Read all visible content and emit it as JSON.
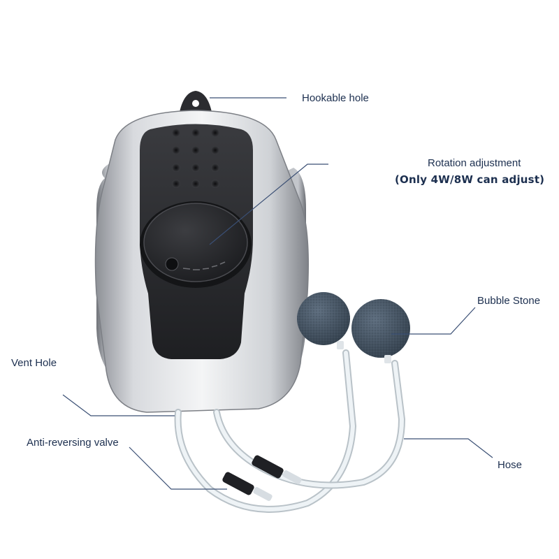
{
  "image": {
    "subject": "Portable aquarium air pump with two bubble stones and hoses",
    "background": "#ffffff"
  },
  "callouts": {
    "hookable_hole": "Hookable hole",
    "rotation_adjustment": "Rotation adjustment",
    "rotation_note": "(Only 4W/8W can adjust)",
    "bubble_stone": "Bubble Stone",
    "vent_hole": "Vent Hole",
    "anti_reversing_valve": "Anti-reversing valve",
    "hose": "Hose"
  },
  "colors": {
    "label_text": "#1c2f4f",
    "leader_line": "#3a4f74",
    "pump_shell": "#c9ccd1",
    "pump_face": "#2a2b2e",
    "bubble_stone": "#4a5868",
    "hose": "#e8eef2"
  }
}
